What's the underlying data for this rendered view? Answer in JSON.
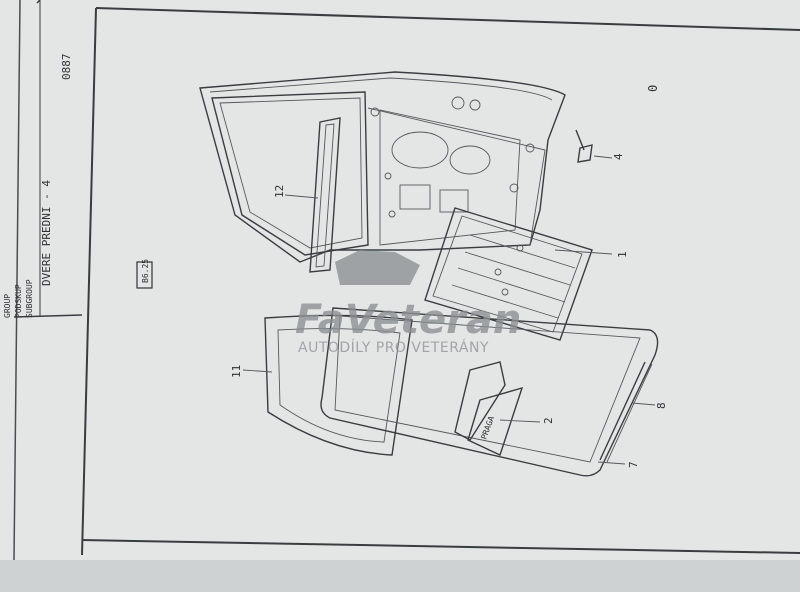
{
  "header": {
    "group_label": "GROUP",
    "podskup_label": "PODSKUP",
    "subgroup_label": "SUBGROUP",
    "title": "DVERE PREDNI - 4",
    "code": "0887",
    "page_ref": "B6.25",
    "corner_mark": "0"
  },
  "callouts": [
    {
      "id": "1",
      "label": "1"
    },
    {
      "id": "2",
      "label": "2"
    },
    {
      "id": "4",
      "label": "4"
    },
    {
      "id": "7",
      "label": "7"
    },
    {
      "id": "8",
      "label": "8"
    },
    {
      "id": "11",
      "label": "11"
    },
    {
      "id": "12",
      "label": "12"
    }
  ],
  "watermark": {
    "brand": "FaVeteran",
    "tagline": "AUTODÍLY PRO VETERÁNY"
  },
  "panel_label": "PRAGA"
}
